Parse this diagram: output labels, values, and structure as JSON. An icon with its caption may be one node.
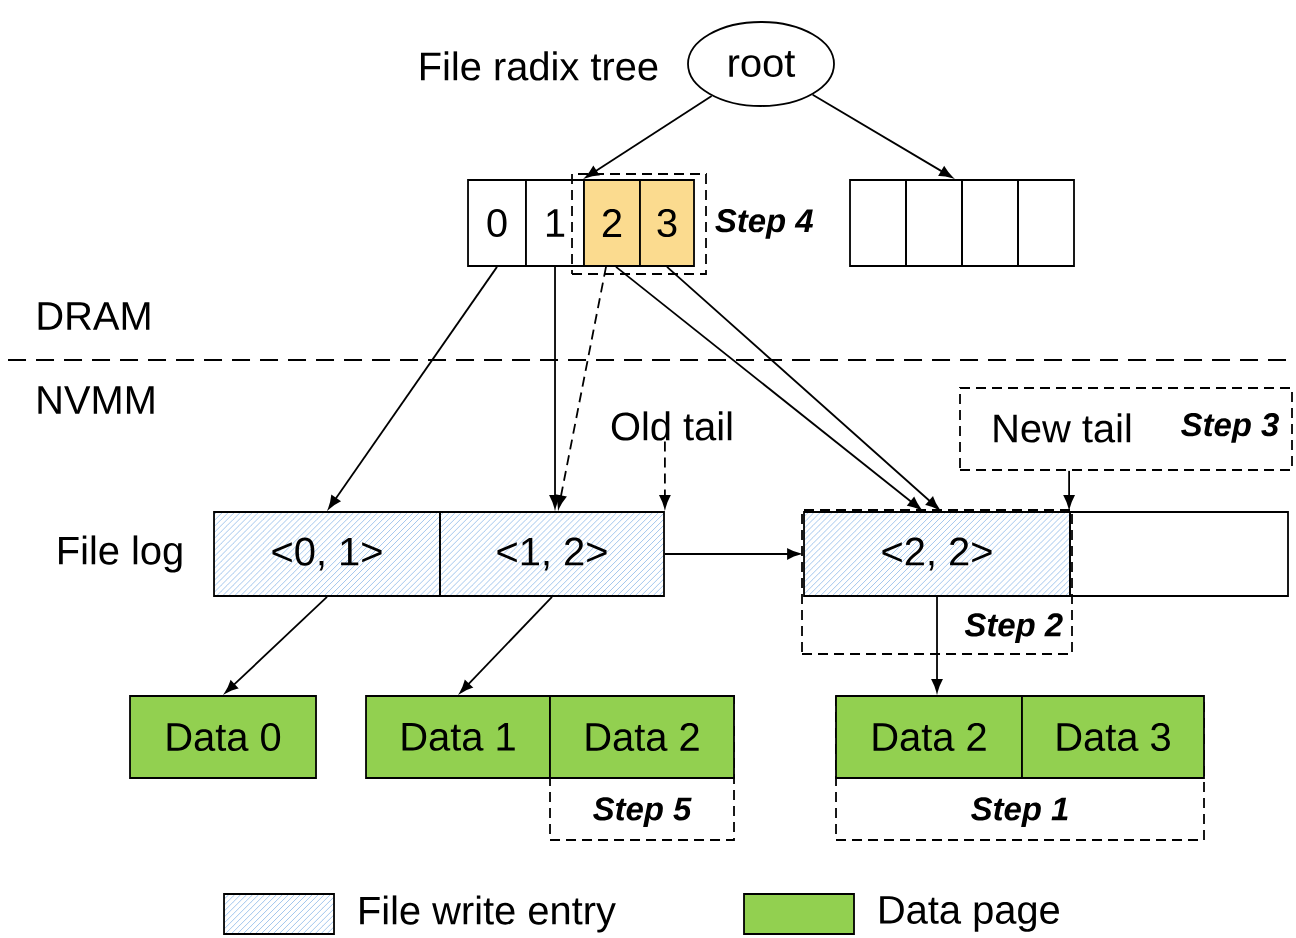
{
  "diagram": {
    "nodes": [
      {
        "text": [
          "root"
        ]
      },
      {
        "text": [
          "0"
        ]
      },
      {
        "text": [
          "1"
        ]
      },
      {
        "text": [
          "Step 4"
        ]
      },
      {
        "text": [
          "2"
        ],
        "in": 3
      },
      {
        "text": [
          "3"
        ],
        "in": 3
      },
      {
        "text": [],
        "shape": "box"
      },
      {
        "text": [],
        "shape": "box"
      },
      {
        "text": [],
        "shape": "box"
      },
      {
        "text": [],
        "shape": "box"
      },
      {
        "text": [
          "Old tail"
        ]
      },
      {
        "text": [
          "New tail",
          "Step 3"
        ]
      },
      {
        "text": [
          "<0, 1>"
        ]
      },
      {
        "text": [
          "<1, 2>"
        ]
      },
      {
        "text": [
          "Step 2"
        ]
      },
      {
        "text": [
          "<2, 2>"
        ],
        "in": 14
      },
      {
        "text": [],
        "shape": "box"
      },
      {
        "text": [
          "Data 0"
        ]
      },
      {
        "text": [
          "Data 1"
        ]
      },
      {
        "text": [
          "Step 5"
        ]
      },
      {
        "text": [
          "Data 2"
        ],
        "in": 19
      },
      {
        "text": [
          "Step 1"
        ]
      },
      {
        "text": [
          "Data 2"
        ],
        "in": 21
      },
      {
        "text": [
          "Data 3"
        ],
        "in": 21
      }
    ],
    "edges": [
      {
        "from": 0,
        "to": 4,
        "arrow": "to"
      },
      {
        "from": 0,
        "to": 7,
        "arrow": "to"
      },
      {
        "from": 1,
        "to": 12,
        "arrow": "to"
      },
      {
        "from": 2,
        "to": 13,
        "arrow": "to"
      },
      {
        "from": 4,
        "to": 13,
        "arrow": "to",
        "style": "dashed"
      },
      {
        "from": 4,
        "to": 15,
        "arrow": "to"
      },
      {
        "from": 5,
        "to": 15,
        "arrow": "to"
      },
      {
        "from": 10,
        "to": 13,
        "arrow": "to",
        "style": "dashed"
      },
      {
        "from": 13,
        "to": 15,
        "arrow": "to"
      },
      {
        "from": 11,
        "to": 16,
        "arrow": "to"
      },
      {
        "from": 12,
        "to": 17,
        "arrow": "to"
      },
      {
        "from": 13,
        "to": 18,
        "arrow": "to"
      },
      {
        "from": 15,
        "to": 22,
        "arrow": "to"
      }
    ],
    "labels": [
      "File radix tree",
      "DRAM",
      "NVMM",
      "File log"
    ],
    "legend": [
      {
        "text": "File write entry"
      },
      {
        "text": "Data page",
        "color": "#92d050"
      }
    ]
  }
}
